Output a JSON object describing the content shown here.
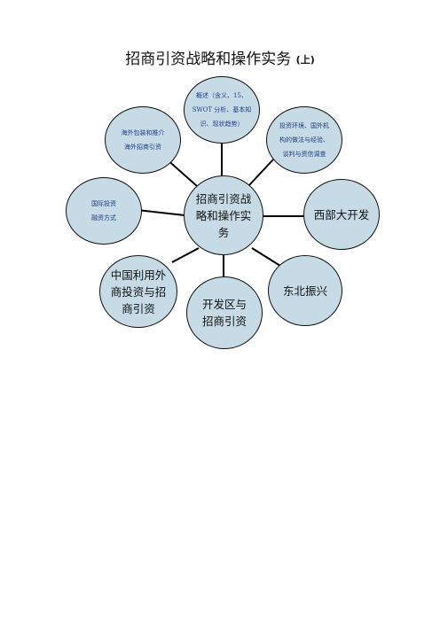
{
  "title": {
    "main": "招商引资战略和操作实务",
    "sub": "(上)"
  },
  "diagram": {
    "center": "招商引资战\n略和操作实\n务",
    "nodes": {
      "top": "概述（含义、15、\nSWOT 分析、基本知\n识、现状趋势）",
      "top_left": "海外包装和推介\n海外招商引资",
      "top_right": "投资环境、国外机\n构的做法与经验、\n谈判与资信调查",
      "left": "国际投资\n融资方式",
      "right": "西部大开发",
      "bottom_left": "中国利用外\n商投资与招\n商引资",
      "bottom": "开发区与\n招商引资",
      "bottom_right": "东北振兴"
    }
  }
}
